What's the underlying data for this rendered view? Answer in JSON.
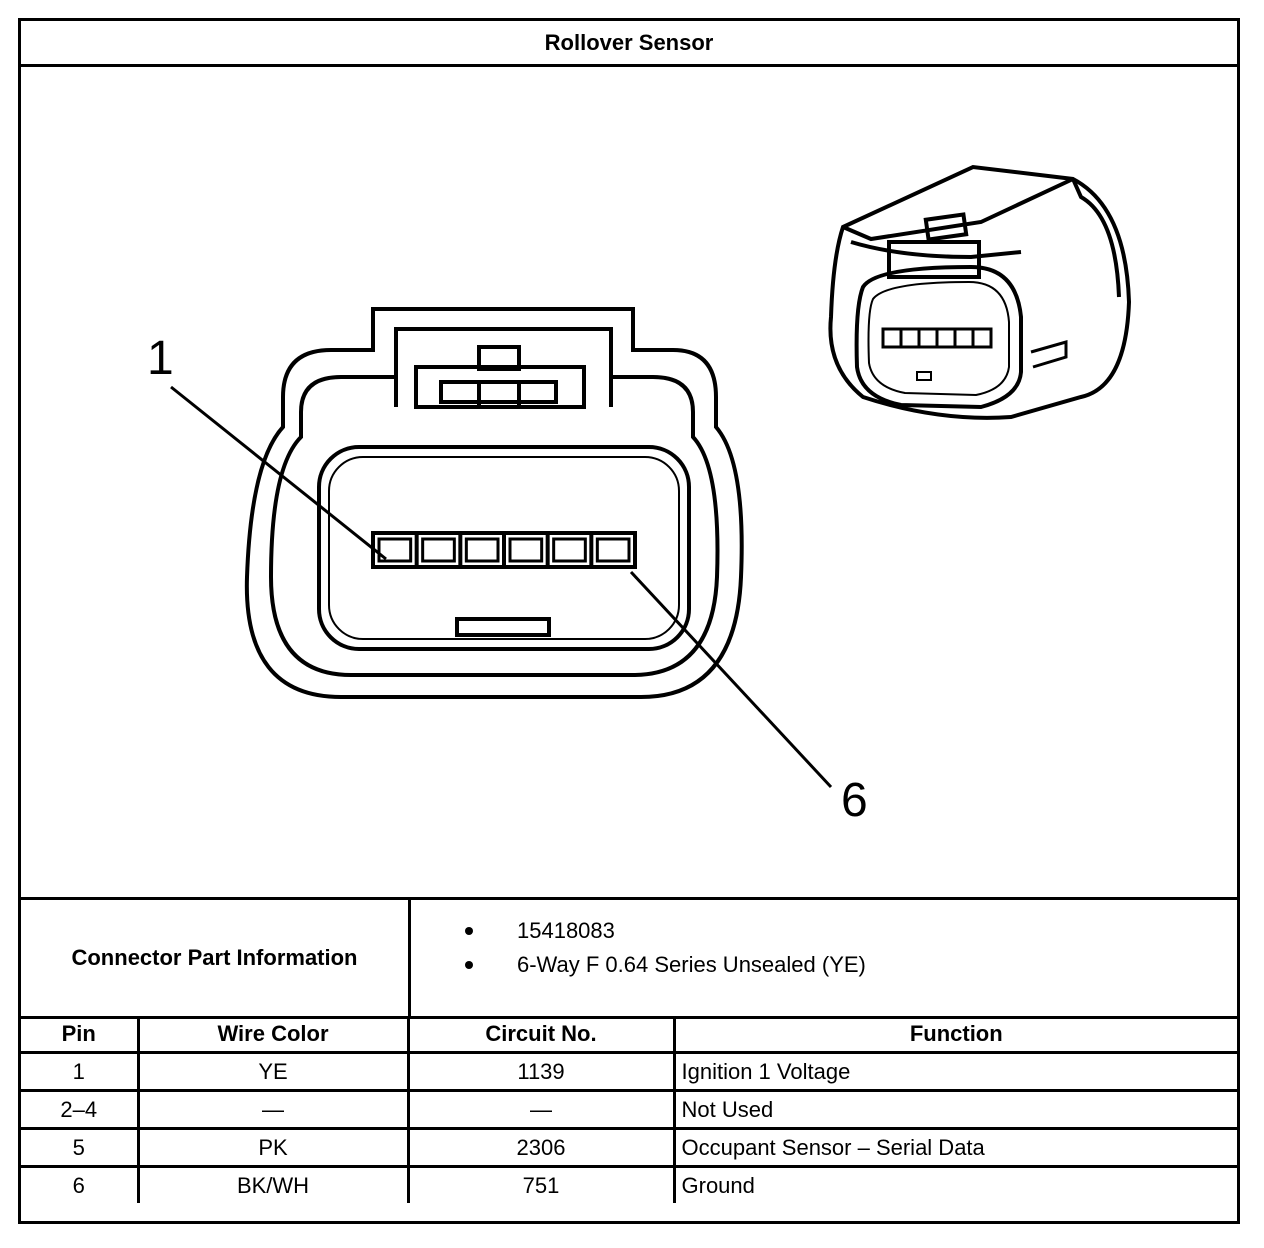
{
  "title": "Rollover Sensor",
  "figure": {
    "pin_labels": [
      "1",
      "6"
    ],
    "pin_count": 6
  },
  "connector_info": {
    "label": "Connector Part Information",
    "items": [
      "15418083",
      "6-Way F 0.64 Series Unsealed (YE)"
    ]
  },
  "table": {
    "headers": [
      "Pin",
      "Wire Color",
      "Circuit No.",
      "Function"
    ],
    "rows": [
      [
        "1",
        "YE",
        "1139",
        "Ignition 1 Voltage"
      ],
      [
        "2–4",
        "—",
        "—",
        "Not Used"
      ],
      [
        "5",
        "PK",
        "2306",
        "Occupant Sensor – Serial Data"
      ],
      [
        "6",
        "BK/WH",
        "751",
        "Ground"
      ]
    ]
  }
}
